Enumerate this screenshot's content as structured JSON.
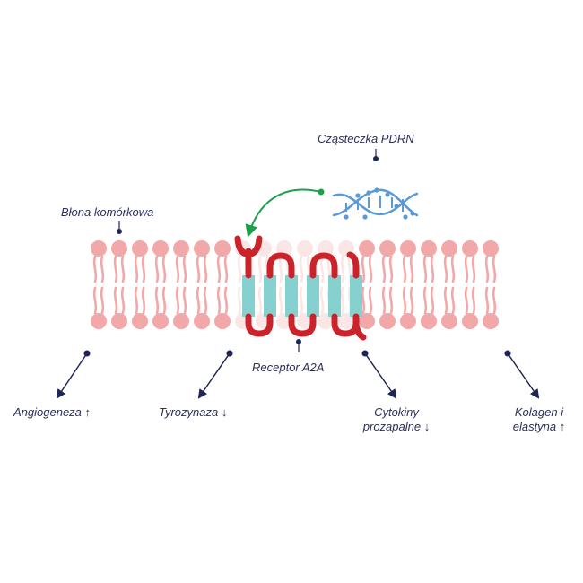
{
  "labels": {
    "pdrn_molecule": "Cząsteczka PDRN",
    "cell_membrane": "Błona komórkowa",
    "receptor": "Receptor A2A"
  },
  "effects": {
    "angiogenesis": {
      "text": "Angiogeneza",
      "arrow": "↑"
    },
    "tyrosinase": {
      "text": "Tyrozynaza",
      "arrow": "↓"
    },
    "cytokines_line1": "Cytokiny",
    "cytokines_line2": {
      "text": "prozapalne",
      "arrow": "↓"
    },
    "collagen_line1": "Kolagen i",
    "collagen_line2": {
      "text": "elastyna",
      "arrow": "↑"
    }
  },
  "colors": {
    "lipid": "#f2a8a8",
    "lipid_faded": "#fbe6e6",
    "receptor_loop": "#cc2229",
    "receptor_helix": "#86d0cf",
    "pdrn_dna": "#5b9bd5",
    "pointer_arrow": "#1aa14a",
    "leader_lines": "#1f2656",
    "label_text": "#2a2f5c"
  },
  "icons": {
    "pdrn": "dna-double-helix-icon",
    "receptor": "seven-transmembrane-receptor-icon"
  }
}
